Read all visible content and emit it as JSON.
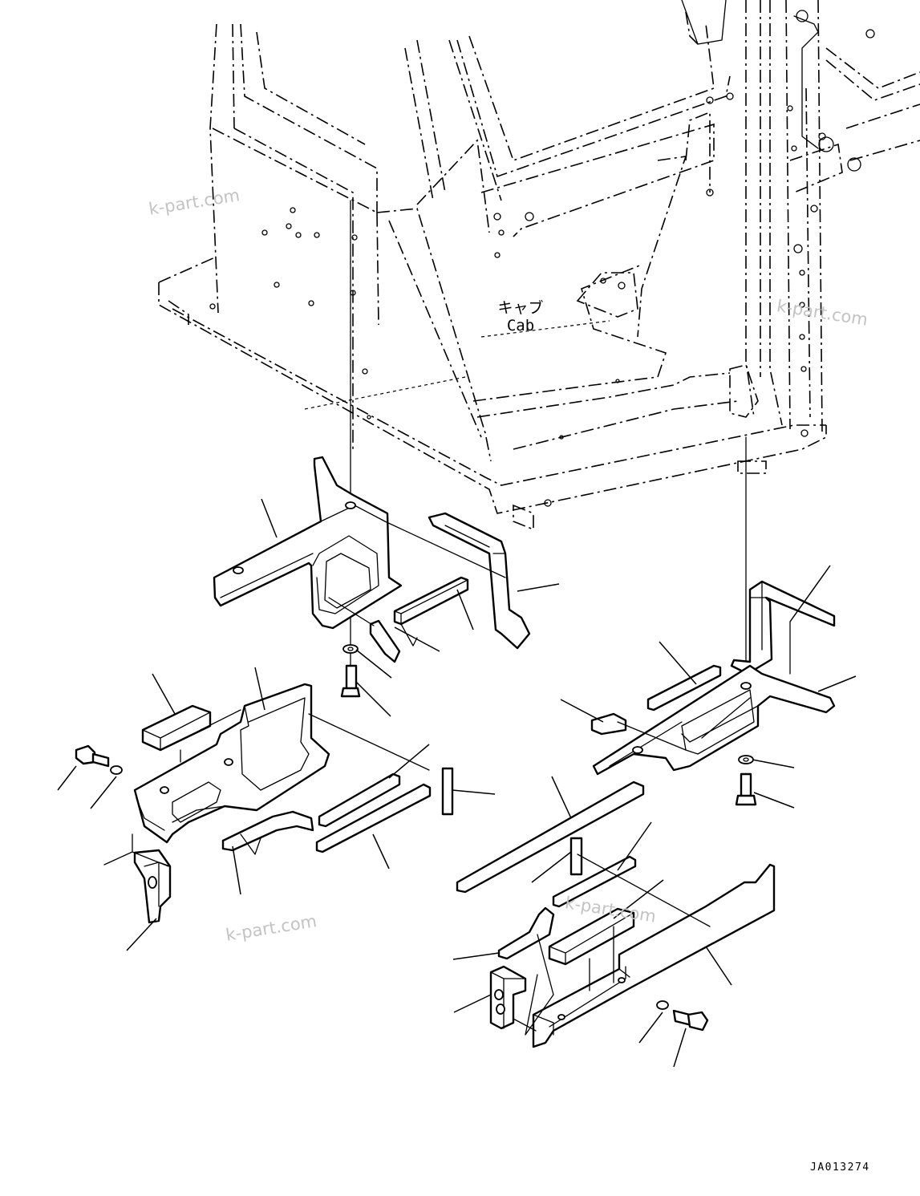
{
  "cab_label_jp": "キャブ",
  "cab_label_en": "Cab",
  "drawing_code": "JA013274",
  "watermarks": [
    "k-part.com",
    "k-part.com",
    "k-part.com",
    "k-part.com"
  ]
}
